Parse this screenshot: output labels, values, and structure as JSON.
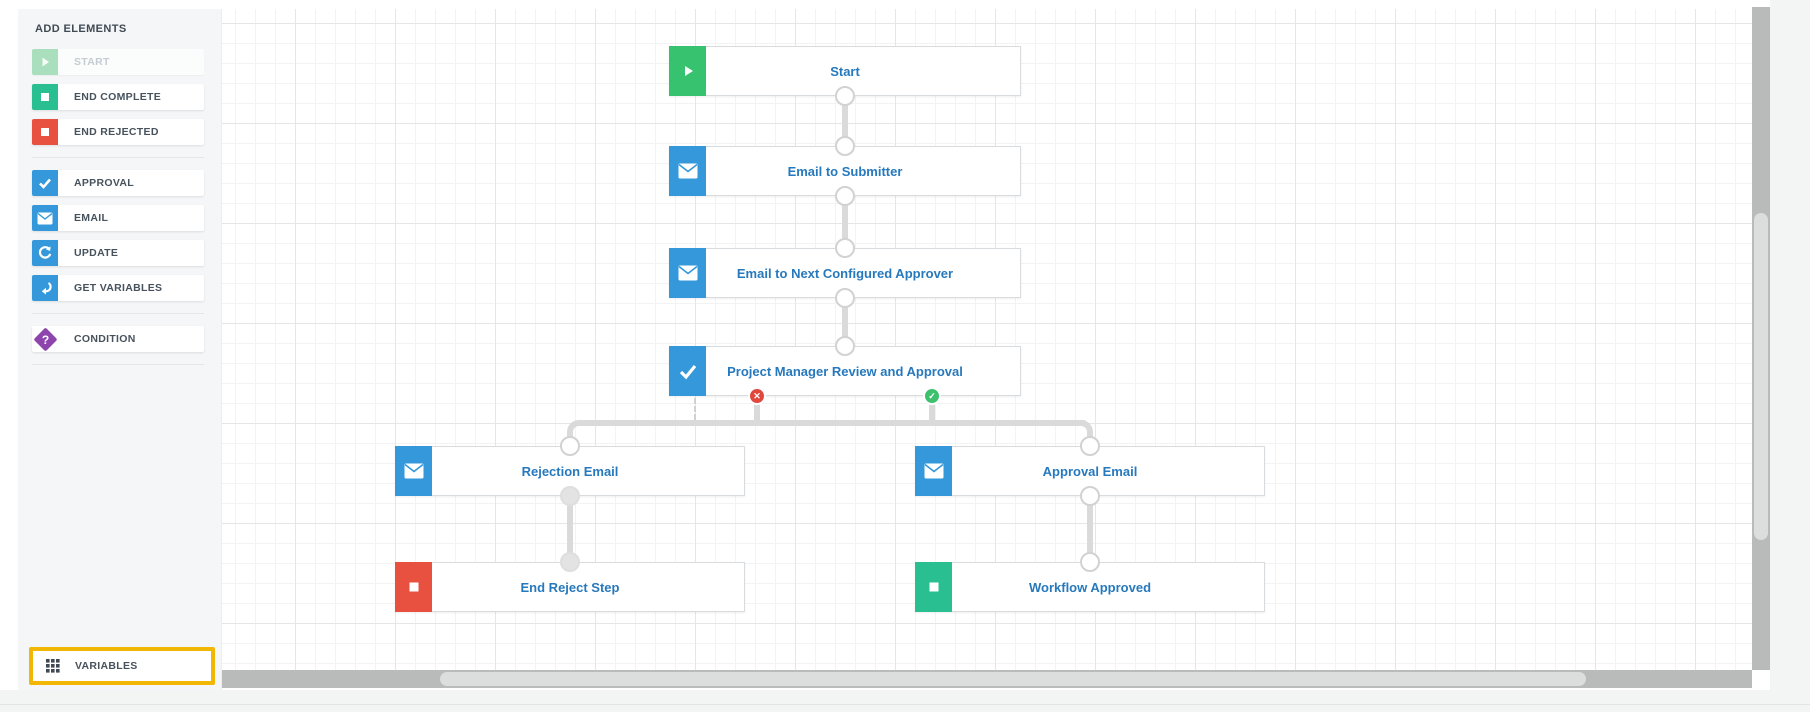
{
  "sidebar": {
    "title": "ADD ELEMENTS",
    "items": [
      {
        "label": "START",
        "icon": "play-icon",
        "color": "#a9dfbc",
        "disabled": true
      },
      {
        "label": "END COMPLETE",
        "icon": "end-square-icon",
        "color": "#2abf91",
        "disabled": false
      },
      {
        "label": "END REJECTED",
        "icon": "end-square-icon",
        "color": "#e8503f",
        "disabled": false
      },
      {
        "label": "APPROVAL",
        "icon": "check-icon",
        "color": "#3498db",
        "disabled": false
      },
      {
        "label": "EMAIL",
        "icon": "envelope-icon",
        "color": "#3498db",
        "disabled": false
      },
      {
        "label": "UPDATE",
        "icon": "refresh-icon",
        "color": "#3498db",
        "disabled": false
      },
      {
        "label": "GET VARIABLES",
        "icon": "return-arrow-icon",
        "color": "#3498db",
        "disabled": false
      },
      {
        "label": "CONDITION",
        "icon": "diamond-question-icon",
        "color": "#8e44ad",
        "disabled": false
      }
    ],
    "variables_button": {
      "label": "VARIABLES",
      "highlight_color": "#f2b705"
    }
  },
  "canvas": {
    "nodes": [
      {
        "id": "start",
        "label": "Start",
        "icon": "play-icon",
        "color": "#36c26e"
      },
      {
        "id": "email-submitter",
        "label": "Email to Submitter",
        "icon": "envelope-icon",
        "color": "#3498db"
      },
      {
        "id": "email-next-approver",
        "label": "Email to Next Configured Approver",
        "icon": "envelope-icon",
        "color": "#3498db"
      },
      {
        "id": "pm-review",
        "label": "Project Manager Review and Approval",
        "icon": "check-icon",
        "color": "#3498db"
      },
      {
        "id": "rejection-email",
        "label": "Rejection Email",
        "icon": "envelope-icon",
        "color": "#3498db"
      },
      {
        "id": "approval-email",
        "label": "Approval Email",
        "icon": "envelope-icon",
        "color": "#3498db"
      },
      {
        "id": "end-reject",
        "label": "End Reject Step",
        "icon": "end-square-icon",
        "color": "#e8503f"
      },
      {
        "id": "workflow-approved",
        "label": "Workflow Approved",
        "icon": "end-square-icon",
        "color": "#2abf91"
      }
    ],
    "edges": [
      {
        "from": "start",
        "to": "email-submitter"
      },
      {
        "from": "email-submitter",
        "to": "email-next-approver"
      },
      {
        "from": "email-next-approver",
        "to": "pm-review"
      },
      {
        "from": "pm-review",
        "to": "rejection-email",
        "branch": "rejected"
      },
      {
        "from": "pm-review",
        "to": "approval-email",
        "branch": "approved"
      },
      {
        "from": "rejection-email",
        "to": "end-reject"
      },
      {
        "from": "approval-email",
        "to": "workflow-approved"
      }
    ],
    "badges": {
      "reject_glyph": "✕",
      "approve_glyph": "✓",
      "reject_color": "#e0473d",
      "approve_color": "#3ec06e"
    },
    "colors": {
      "edge": "#dadada",
      "node_title": "#2779bd",
      "grid_minor": "#f3f3f3",
      "grid_major": "#e6e6e6"
    }
  }
}
